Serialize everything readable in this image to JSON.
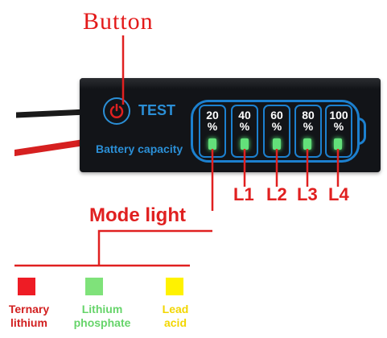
{
  "annotations": {
    "button": "Button",
    "mode_light": "Mode light",
    "levels": [
      "L1",
      "L2",
      "L3",
      "L4"
    ]
  },
  "board": {
    "test_label": "TEST",
    "capacity_label": "Battery capacity",
    "cells": [
      {
        "pct": "20",
        "unit": "%"
      },
      {
        "pct": "40",
        "unit": "%"
      },
      {
        "pct": "60",
        "unit": "%"
      },
      {
        "pct": "80",
        "unit": "%"
      },
      {
        "pct": "100",
        "unit": "%"
      }
    ]
  },
  "legend": [
    {
      "line1": "Ternary",
      "line2": "lithium",
      "color": "#ee1c25"
    },
    {
      "line1": "Lithium",
      "line2": "phosphate",
      "color": "#7fe27a"
    },
    {
      "line1": "Lead",
      "line2": "acid",
      "color": "#fff200"
    }
  ],
  "colors": {
    "annotation_red": "#e02020",
    "board_blue": "#1c80cf",
    "led_green": "#63e07a"
  }
}
